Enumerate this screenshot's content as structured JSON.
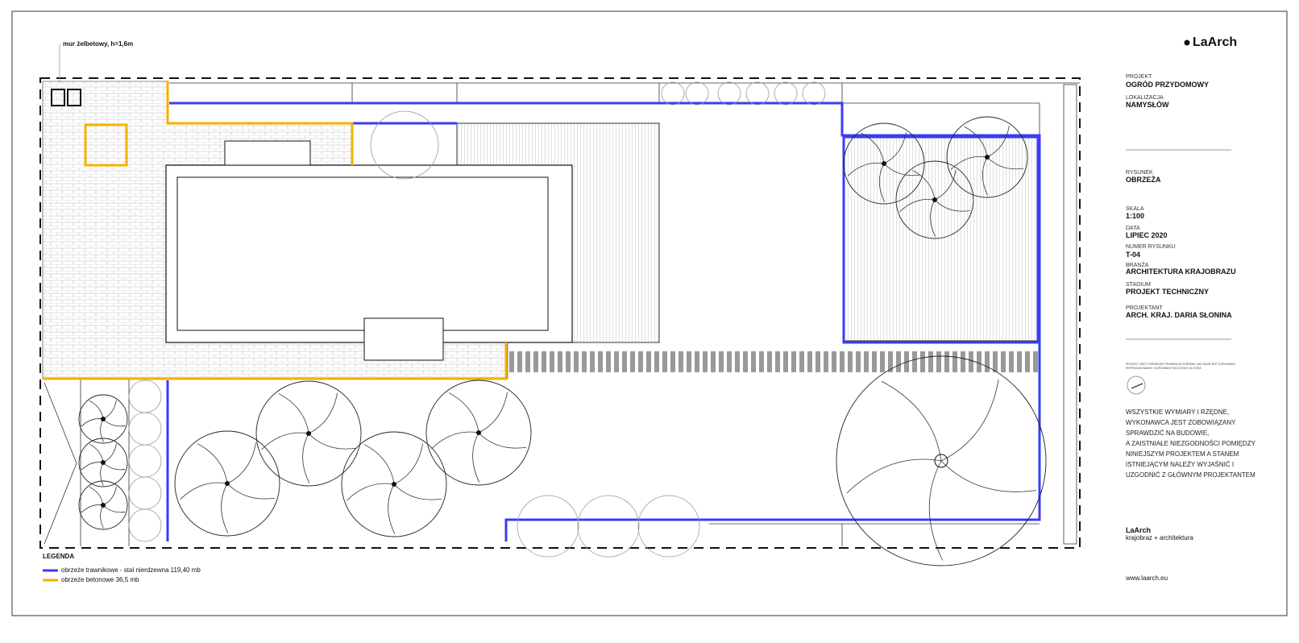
{
  "logo": "LaArch",
  "annotation_wall": "mur żelbetowy, h=1,6m",
  "title_block": {
    "project_label": "PROJEKT",
    "project_value": "OGRÓD PRZYDOMOWY",
    "location_label": "LOKALIZACJA",
    "location_value": "NAMYSŁÓW",
    "drawing_label": "RYSUNEK",
    "drawing_value": "OBRZEŻA",
    "scale_label": "SKALA",
    "scale_value": "1:100",
    "date_label": "DATA",
    "date_value": "LIPIEC 2020",
    "number_label": "NUMER RYSUNKU",
    "number_value": "T-04",
    "branch_label": "BRANŻA",
    "branch_value": "ARCHITEKTURA KRAJOBRAZU",
    "stage_label": "STADIUM",
    "stage_value": "PROJEKT TECHNICZNY",
    "designer_label": "PROJEKTANT",
    "designer_value": "ARCH. KRAJ. DARIA SŁONINA",
    "copyright_line1": "PROJEKT JEST CHRONIONY PRAWEM AUTORSKIM I NIE MOŻE BYĆ KOPIOWANY,",
    "copyright_line2": "REPRODUKOWANY I KOPIOWANY BEZ ZGODY AUTORA",
    "notes": [
      "WSZYSTKIE WYMIARY I RZĘDNE,",
      "WYKONAWCA JEST ZOBOWIĄZANY",
      "SPRAWDZIĆ NA BUDOWIE,",
      "A ZAISTNIAŁE NIEZGODNOŚCI POMIĘDZY",
      "NINIEJSZYM PROJEKTEM  A STANEM",
      "ISTNIEJĄCYM NALEŻY WYJAŚNIĆ I",
      "UZGODNIĆ Z GŁÓWNYM PROJEKTANTEM"
    ],
    "company_name": "LaArch",
    "company_tagline": "krajobraz + architektura",
    "website": "www.laarch.eu"
  },
  "legend": {
    "title": "LEGENDA",
    "items": [
      {
        "label": "obrzeże trawnikowe - stal nierdzewna 119,40 mb",
        "color": "#3a3cf5"
      },
      {
        "label": "obrzeże betonowe 36,5 mb",
        "color": "#f5b000"
      }
    ]
  },
  "colors": {
    "blue_edge": "#3a3cf5",
    "orange_edge": "#f5b000"
  }
}
